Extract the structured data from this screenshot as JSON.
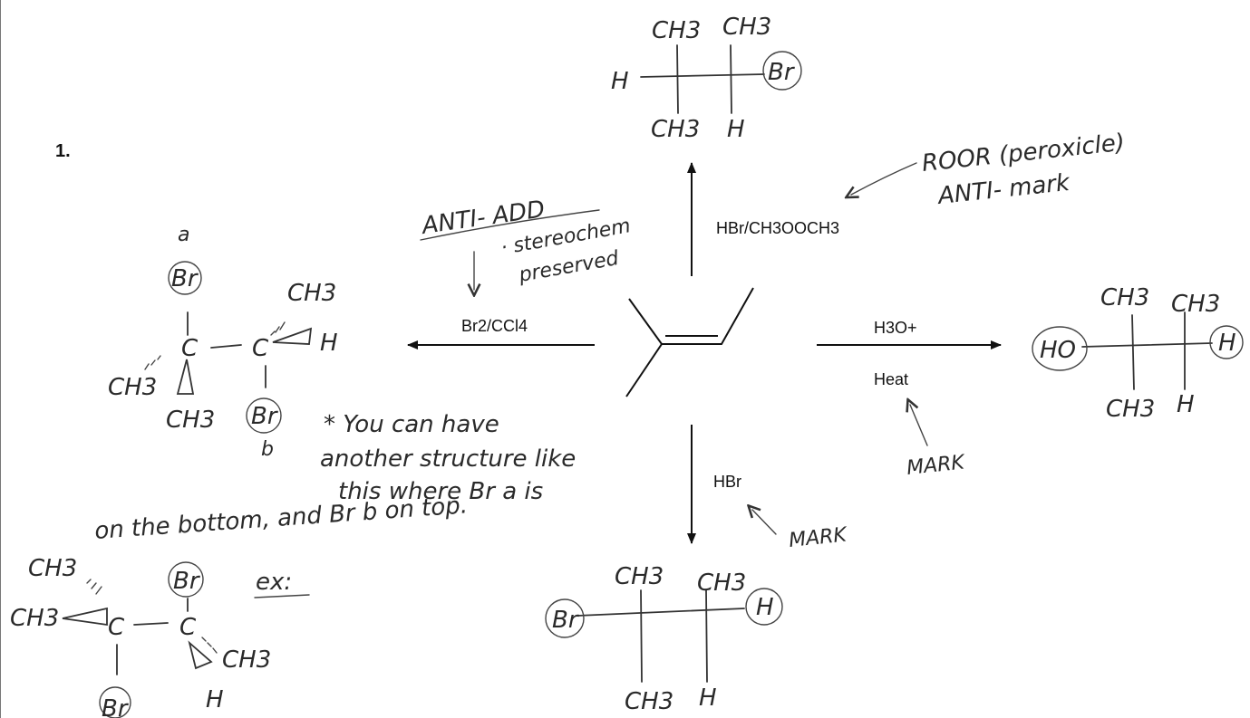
{
  "problem_number": "1.",
  "conditions": {
    "top_reagent": "HBr/CH3OOCH3",
    "left_reagent": "Br2/CCl4",
    "right_reagent": "H3O+",
    "right_reagent_2": "Heat",
    "bottom_reagent": "HBr"
  },
  "notes": {
    "roor_line1": "ROOR (peroxicle)",
    "roor_line2": "ANTI- mark",
    "anti_add": "ANTI- ADD",
    "stereo_line1": "· stereochem",
    "stereo_line2": "preserved",
    "mark_right": "MARK",
    "mark_bottom": "MARK",
    "star_line1": "* You can have",
    "star_line2": "another structure like",
    "star_line3": "this where Br a is",
    "star_line4": "on the bottom, and Br b on top.",
    "ex": "ex:"
  },
  "structures": {
    "top": {
      "tl": "CH3",
      "tr": "CH3",
      "left": "H",
      "right": "Br",
      "bl": "CH3",
      "br": "H"
    },
    "right": {
      "tl": "CH3",
      "tr": "CH3",
      "left": "HO",
      "right": "H",
      "bl": "CH3",
      "br": "H"
    },
    "bottom": {
      "tl": "CH3",
      "tr": "CH3",
      "left": "Br",
      "right": "H",
      "bl": "CH3",
      "br": "H"
    },
    "left": {
      "label_a": "a",
      "label_b": "b",
      "br_top": "Br",
      "br_bottom": "Br",
      "c1": "C",
      "c2": "C",
      "ch3_top": "CH3",
      "h_right": "H",
      "ch3_left": "CH3",
      "ch3_bottom": "CH3"
    },
    "example": {
      "ch3_top": "CH3",
      "ch3_left": "CH3",
      "c1": "C",
      "c2": "C",
      "br_top": "Br",
      "br_bottom": "Br",
      "ch3_right": "CH3",
      "h_bottom": "H"
    }
  }
}
